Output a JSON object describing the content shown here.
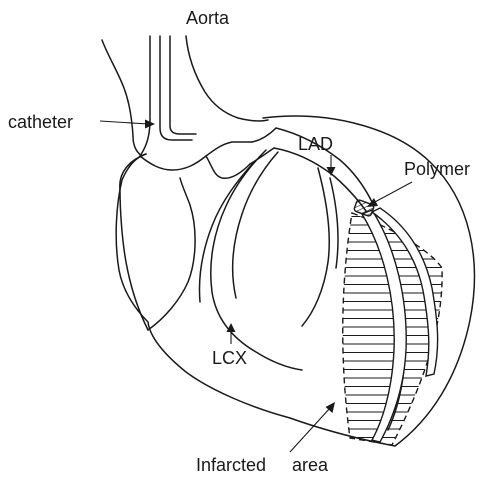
{
  "labels": {
    "aorta": "Aorta",
    "catheter": "catheter",
    "lad": "LAD",
    "polymer": "Polymer",
    "lcx": "LCX",
    "infarcted_area_word1": "Infarcted",
    "infarcted_area_word2": "area"
  },
  "colors": {
    "line": "#1a1a1a",
    "background": "#ffffff"
  }
}
